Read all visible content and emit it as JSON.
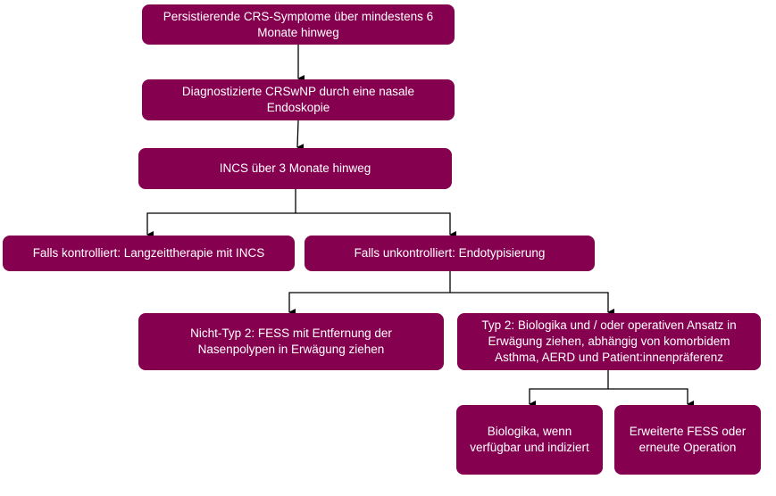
{
  "diagram": {
    "type": "flowchart",
    "box_color": "#860050",
    "text_color": "#ffffff",
    "nodes": [
      {
        "id": "n1",
        "text": "Persistierende CRS-Symptome über mindestens 6 Monate hinweg"
      },
      {
        "id": "n2",
        "text": "Diagnostizierte CRSwNP durch eine nasale Endoskopie"
      },
      {
        "id": "n3",
        "text": "INCS über 3 Monate hinweg"
      },
      {
        "id": "n4",
        "text": "Falls kontrolliert: Langzeittherapie mit INCS"
      },
      {
        "id": "n5",
        "text": "Falls unkontrolliert: Endotypisierung"
      },
      {
        "id": "n6",
        "text": "Nicht-Typ 2: FESS mit Entfernung der Nasenpolypen in Erwägung ziehen"
      },
      {
        "id": "n7",
        "text": "Typ 2: Biologika und / oder operativen Ansatz in Erwägung ziehen, abhängig von komorbidem Asthma, AERD und Patient:innenpräferenz"
      },
      {
        "id": "n8",
        "text": "Biologika, wenn verfügbar und indiziert"
      },
      {
        "id": "n9",
        "text": "Erweiterte FESS oder erneute Operation"
      }
    ],
    "edges": [
      {
        "from": "n1",
        "to": "n2"
      },
      {
        "from": "n2",
        "to": "n3"
      },
      {
        "from": "n3",
        "to": "n4"
      },
      {
        "from": "n3",
        "to": "n5"
      },
      {
        "from": "n5",
        "to": "n6"
      },
      {
        "from": "n5",
        "to": "n7"
      },
      {
        "from": "n7",
        "to": "n8"
      },
      {
        "from": "n7",
        "to": "n9"
      }
    ]
  }
}
